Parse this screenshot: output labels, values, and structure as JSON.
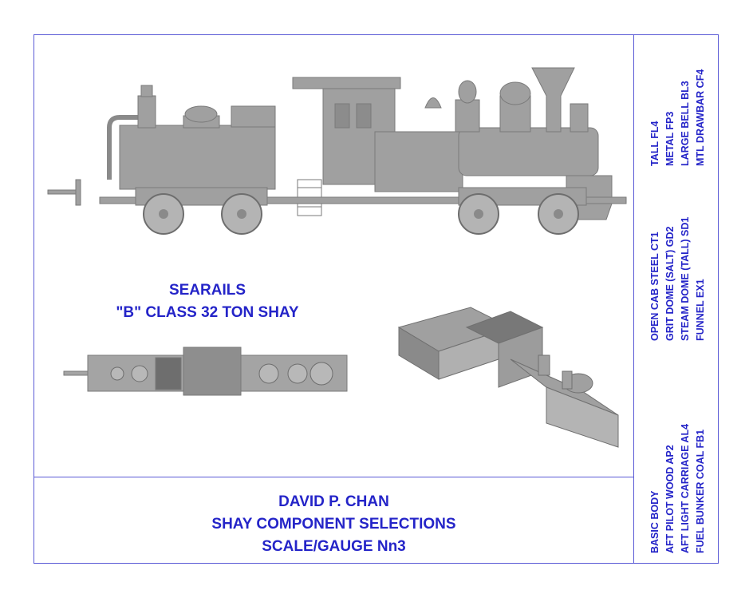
{
  "model": {
    "line1": "SEARAILS",
    "line2": "\"B\" CLASS 32 TON SHAY"
  },
  "title_block": {
    "author": "DAVID P. CHAN",
    "subject": "SHAY COMPONENT SELECTIONS",
    "scale": "SCALE/GAUGE Nn3"
  },
  "components": {
    "group1": [
      "TALL FL4",
      "METAL FP3",
      "LARGE BELL BL3",
      "MTL DRAWBAR CF4"
    ],
    "group2": [
      "OPEN CAB STEEL CT1",
      "GRIT DOME (SALT) GD2",
      "STEAM DOME (TALL) SD1",
      "FUNNEL EX1"
    ],
    "group3": [
      "BASIC BODY",
      "AFT PILOT WOOD AP2",
      "AFT LIGHT CARRIAGE AL4",
      "FUEL BUNKER COAL FB1"
    ]
  },
  "colors": {
    "frame": "#5a5ad6",
    "text": "#2424c8",
    "model_gray": "#9a9a9a"
  }
}
